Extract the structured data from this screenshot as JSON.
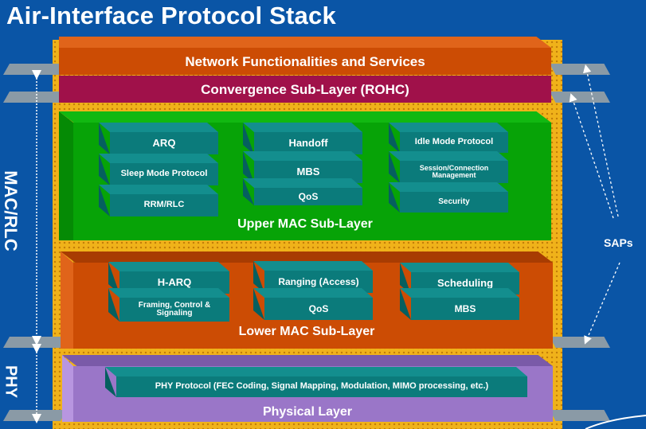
{
  "title": "Air-Interface Protocol Stack",
  "side_labels": {
    "mac_rlc": "MAC/RLC",
    "phy": "PHY"
  },
  "saps_label": "SAPs",
  "layers": {
    "network": "Network Functionalities and Services",
    "convergence": "Convergence Sub-Layer (ROHC)",
    "upper_mac": "Upper MAC Sub-Layer",
    "lower_mac": "Lower MAC Sub-Layer",
    "physical": "Physical Layer"
  },
  "upper_mac_blocks": {
    "arq": "ARQ",
    "sleep": "Sleep Mode Protocol",
    "rrm": "RRM/RLC",
    "handoff": "Handoff",
    "mbs": "MBS",
    "qos": "QoS",
    "idle": "Idle Mode Protocol",
    "session": "Session/Connection Management",
    "security": "Security"
  },
  "lower_mac_blocks": {
    "harq": "H-ARQ",
    "framing": "Framing, Control & Signaling",
    "ranging": "Ranging (Access)",
    "qos": "QoS",
    "scheduling": "Scheduling",
    "mbs": "MBS"
  },
  "phy_protocol": "PHY Protocol (FEC Coding, Signal Mapping, Modulation, MIMO processing, etc.)",
  "colors": {
    "background": "#0a55a6",
    "network": "#cc4c04",
    "convergence": "#a0114a",
    "upper_mac": "#07a307",
    "lower_mac": "#cc4c04",
    "physical": "#9a76c8",
    "block": "#0b7b7b",
    "stack": "#f0b21a"
  }
}
